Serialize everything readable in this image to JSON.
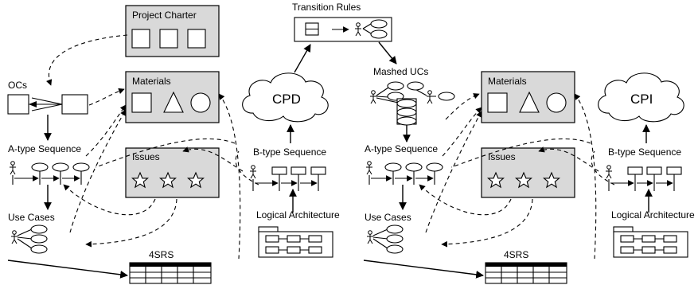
{
  "labels": {
    "project_charter": "Project Charter",
    "transition_rules": "Transition Rules",
    "ocs": "OCs",
    "materials_left": "Materials",
    "materials_right": "Materials",
    "cpd": "CPD",
    "cpi": "CPI",
    "mashed_ucs": "Mashed UCs",
    "a_type_left": "A-type Sequence",
    "a_type_right": "A-type Sequence",
    "b_type_left": "B-type Sequence",
    "b_type_right": "B-type Sequence",
    "issues_left": "Issues",
    "issues_right": "Issues",
    "use_cases_left": "Use Cases",
    "use_cases_right": "Use Cases",
    "logical_arch_left": "Logical Architecture",
    "logical_arch_right": "Logical Architecture",
    "srs_left": "4SRS",
    "srs_right": "4SRS"
  },
  "icons": [
    "square-icon",
    "triangle-icon",
    "circle-icon",
    "star-icon",
    "cloud-icon",
    "actor-icon",
    "ellipse-icon",
    "table-icon",
    "cylinder-icon"
  ]
}
